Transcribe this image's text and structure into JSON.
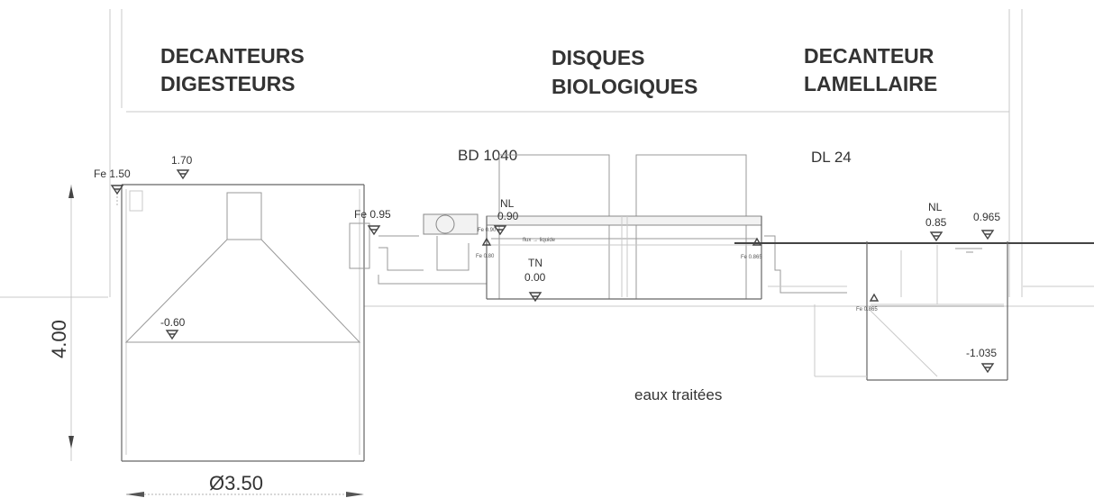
{
  "sections": {
    "decanteurs": [
      "DECANTEURS",
      "DIGESTEURS"
    ],
    "disques": [
      "DISQUES",
      "BIOLOGIQUES"
    ],
    "lamellaire": [
      "DECANTEUR",
      "LAMELLAIRE"
    ]
  },
  "models": {
    "bd": "BD 1040",
    "dl": "DL 24"
  },
  "levels": {
    "fe_150": "Fe 1.50",
    "l_170": "1.70",
    "fe_095": "Fe 0.95",
    "nl_090_a": "NL",
    "nl_090_b": "0.90",
    "tn_000_a": "TN",
    "tn_000_b": "0.00",
    "l_m060": "-0.60",
    "nl_085_a": "NL",
    "nl_085_b": "0.85",
    "l_0965": "0.965",
    "l_m1035": "-1.035"
  },
  "small_labels": {
    "fe_a": "Fe 0.90",
    "fe_b": "Fe 0.80",
    "fe_c": "Fe 0.865",
    "flux": "flux → liquide",
    "fe_d": "Fe 0.865"
  },
  "dimensions": {
    "height": "4.00",
    "diameter": "Ø3.50"
  },
  "annotations": {
    "treated_water": "eaux traitées"
  }
}
